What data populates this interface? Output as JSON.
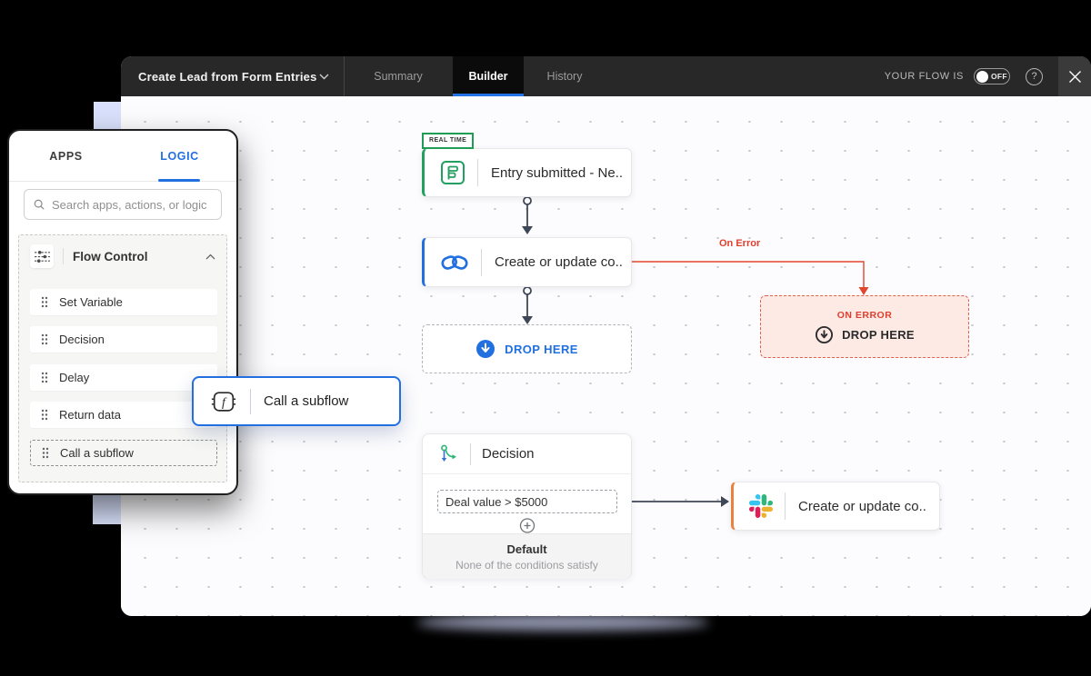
{
  "topbar": {
    "flow_title": "Create Lead from Form Entries",
    "tabs": [
      {
        "label": "Summary"
      },
      {
        "label": "Builder"
      },
      {
        "label": "History"
      }
    ],
    "status_label": "YOUR FLOW IS",
    "toggle_state": "OFF",
    "help_glyph": "?"
  },
  "panel": {
    "tab_apps": "APPS",
    "tab_logic": "LOGIC",
    "search_placeholder": "Search apps, actions, or logic",
    "group_title": "Flow Control",
    "items": [
      {
        "label": "Set Variable"
      },
      {
        "label": "Decision"
      },
      {
        "label": "Delay"
      },
      {
        "label": "Return data"
      },
      {
        "label": "Call a subflow"
      }
    ]
  },
  "drag_card": {
    "label": "Call a subflow"
  },
  "canvas": {
    "trigger_badge": "REAL TIME",
    "trigger_label": "Entry submitted - Ne..",
    "crm_label": "Create or update co..",
    "drop_here_label": "DROP HERE",
    "on_error_edge_label": "On Error",
    "on_error_title": "ON ERROR",
    "on_error_drop_label": "DROP HERE",
    "decision_title": "Decision",
    "decision_condition": "Deal value > $5000",
    "decision_default_title": "Default",
    "decision_default_subtitle": "None of the conditions satisfy",
    "slack_label": "Create or update co.."
  },
  "colors": {
    "accent_blue": "#2270e0",
    "trigger_green": "#21a05f",
    "error_red": "#e0472e",
    "slack_orange": "#e8823c",
    "connector_slate": "#3e4757",
    "decor_lavender": "#d8e0fb"
  }
}
